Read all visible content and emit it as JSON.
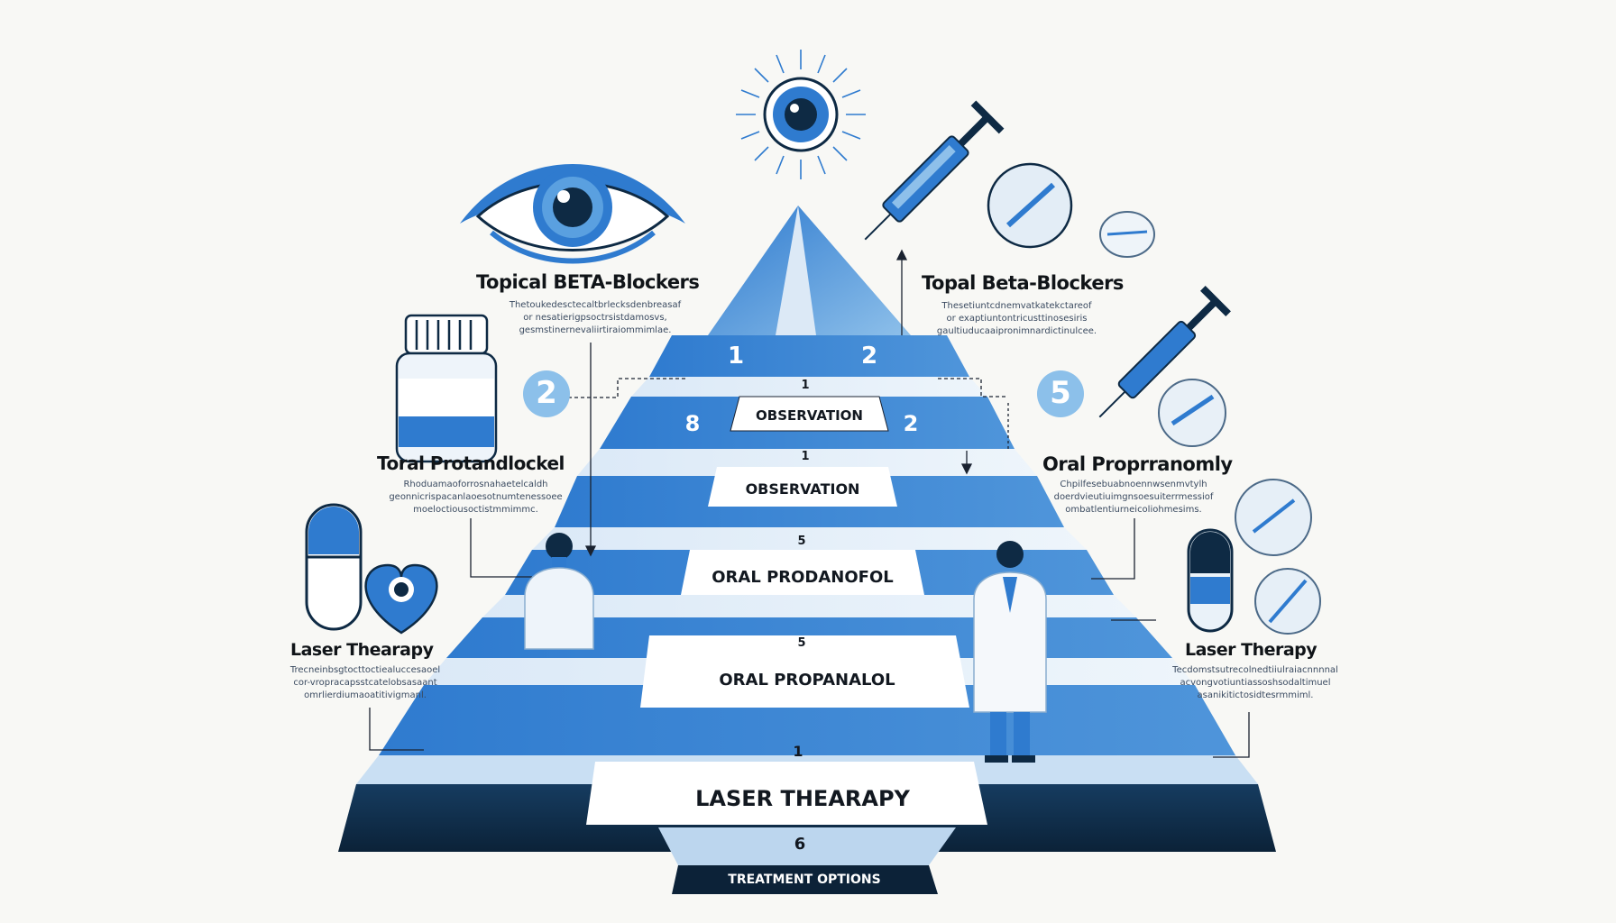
{
  "pyramid": {
    "tiers": [
      {
        "left_num": "1",
        "right_num": "2",
        "center_num": "1",
        "center_label": "OBSERVATION"
      },
      {
        "left_num": "8",
        "right_num": "2",
        "center_num": "1",
        "center_label": "OBSERVATION"
      },
      {
        "center_num": "5",
        "center_label": "ORAL PRODANOFOL"
      },
      {
        "center_num": "5",
        "center_label": "ORAL PROPANALOL"
      },
      {
        "center_num": "1",
        "center_label": "LASER THEARAPY"
      },
      {
        "center_num": "6",
        "center_label": "TREATMENT OPTIONS"
      }
    ]
  },
  "callouts": {
    "top_left": {
      "title": "Topical BETA-Blockers",
      "desc": [
        "Thetoukedesctecaltbrlecksdenbreasaf",
        "or nesatierigpsoctrsistdamosvs,",
        "gesmstinernevaliirtiraiommimlae."
      ]
    },
    "mid_left": {
      "title": "Toral Protandlockel",
      "badge": "2",
      "desc": [
        "Rhoduamaoforrosnahaetelcaldh",
        "geonnicrispacanlaoesotnumtenessoee",
        "moeloctiousoctistmmimmc."
      ]
    },
    "low_left": {
      "title": "Laser Thearapy",
      "desc": [
        "Trecneinbsgtocttoctiealuccesaoel",
        "cor-vropracapsstcatelobsasaant",
        "omrlierdiumaoatitivigmanl."
      ]
    },
    "top_right": {
      "title": "Topal Beta-Blockers",
      "desc": [
        "Thesetiuntcdnemvatkatekctareof",
        "or exaptiuntontricusttinosesiris",
        "gaultiuducaaipronimnardictinulcee."
      ]
    },
    "mid_right": {
      "title": "Oral Proprranomly",
      "badge": "5",
      "desc": [
        "Chpilfesebuabnoennwsenmvtylh",
        "doerdvieutiuimgnsoesuiterrmessiof",
        "ombatlentiurneicoliohmesims."
      ]
    },
    "low_right": {
      "title": "Laser Therapy",
      "desc": [
        "Tecdomstsutrecolnedtiiulraiacnnnnal",
        "acvongvotiuntiassoshsodaltimuel",
        "asanikitictosidtesrmmiml."
      ]
    }
  },
  "colors": {
    "brand_blue": "#2f7bcf",
    "dark_navy": "#0e2a44",
    "light_blue": "#a9cdee",
    "badge_blue": "#7fb6e6"
  },
  "icons": [
    "eye-icon",
    "radiant-eye-icon",
    "syringe-icon",
    "pill-icon",
    "medicine-bottle-icon",
    "capsule-icon",
    "heart-eye-icon",
    "doctor-figure",
    "patient-figure"
  ]
}
